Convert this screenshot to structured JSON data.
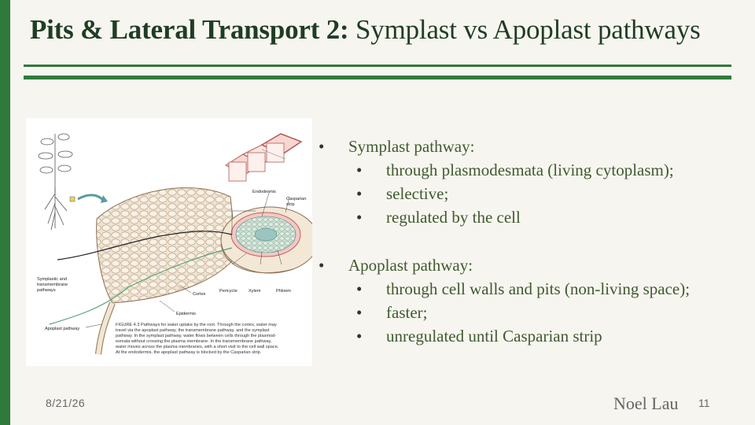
{
  "slide": {
    "title_bold": "Pits & Lateral Transport 2:",
    "title_rest": " Symplast vs Apoplast pathways"
  },
  "figure": {
    "labels": {
      "endodermis": "Endodermis",
      "casparian": "Casparian",
      "strip": "strip",
      "symplastic_1": "Symplastic and",
      "symplastic_2": "transmembrane",
      "symplastic_3": "pathways",
      "pericycle": "Pericycle",
      "xylem": "Xylem",
      "phloem": "Phloem",
      "cortex": "Cortex",
      "epidermis": "Epidermis",
      "apoplast": "Apoplast pathway"
    },
    "caption_lines": [
      "FIGURE 4.3   Pathways for water uptake by the root. Through the cortex, water may",
      "travel via the apoplast pathway, the transmembrane pathway, and the symplast",
      "pathway. In the symplast pathway, water flows between cells through the plasmod-",
      "esmata without crossing the plasma membrane. In the transmembrane pathway,",
      "water moves across the plasma membranes, with a short visit to the cell wall space.",
      "At the endodermis, the apoplast pathway is blocked by the Casparian strip."
    ]
  },
  "bullets": {
    "symplast": {
      "heading": "Symplast pathway:",
      "items": [
        "through plasmodesmata (living cytoplasm);",
        "selective;",
        "regulated by the cell"
      ]
    },
    "apoplast": {
      "heading": "Apoplast pathway:",
      "items": [
        "through cell walls and pits (non-living space);",
        "faster;",
        "unregulated until Casparian strip"
      ]
    }
  },
  "footer": {
    "date": "8/21/26",
    "author": "Noel Lau",
    "page": "11"
  },
  "colors": {
    "accent": "#2f7a3a",
    "title": "#1f3d24",
    "bullet_text": "#3f5a2e"
  }
}
